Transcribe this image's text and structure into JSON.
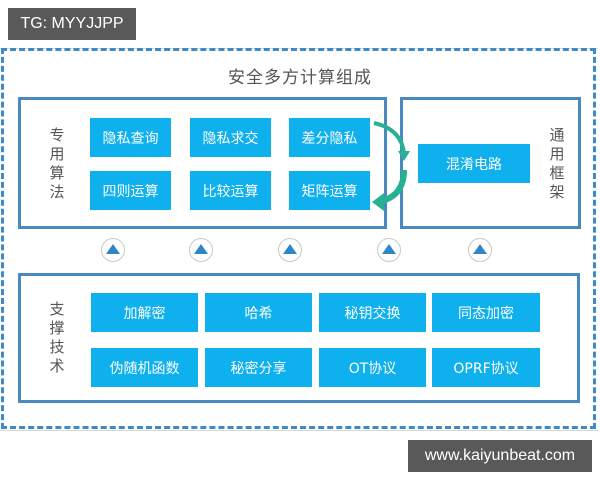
{
  "watermarks": {
    "top_left": "TG: MYYJJPP",
    "bottom_right": "www.kaiyunbeat.com"
  },
  "diagram": {
    "title": "安全多方计算组成",
    "colors": {
      "panel_border": "#4a88c0",
      "button_fill": "#0fb0ee",
      "button_text": "#ffffff",
      "arrow_green": "#27b190",
      "triangle_blue": "#2f86c6",
      "label_text": "#555555"
    },
    "specialized_algorithms": {
      "label_chars": [
        "专",
        "用",
        "算",
        "法"
      ],
      "label": "专用算法",
      "items": [
        {
          "label": "隐私查询"
        },
        {
          "label": "隐私求交"
        },
        {
          "label": "差分隐私"
        },
        {
          "label": "四则运算"
        },
        {
          "label": "比较运算"
        },
        {
          "label": "矩阵运算"
        }
      ]
    },
    "general_framework": {
      "label_chars": [
        "通",
        "用",
        "框",
        "架"
      ],
      "label": "通用框架",
      "items": [
        {
          "label": "混淆电路"
        }
      ]
    },
    "connectors": {
      "up_arrows_count": 5,
      "up_arrow_icon": "triangle-up-icon",
      "curved_arrows": [
        "差分隐私 → 混淆电路",
        "混淆电路 → 矩阵运算"
      ]
    },
    "supporting_technologies": {
      "label_chars": [
        "支",
        "撑",
        "技",
        "术"
      ],
      "label": "支撑技术",
      "items": [
        {
          "label": "加解密"
        },
        {
          "label": "哈希"
        },
        {
          "label": "秘钥交换"
        },
        {
          "label": "同态加密"
        },
        {
          "label": "伪随机函数"
        },
        {
          "label": "秘密分享"
        },
        {
          "label": "OT协议"
        },
        {
          "label": "OPRF协议"
        }
      ]
    }
  }
}
